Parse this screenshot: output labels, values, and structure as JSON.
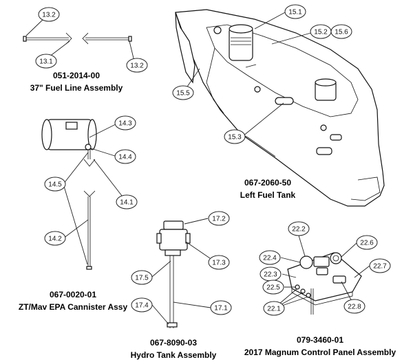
{
  "callouts": {
    "c13_2a": "13.2",
    "c13_1": "13.1",
    "c13_2b": "13.2",
    "c15_1": "15.1",
    "c15_2": "15.2",
    "c15_6": "15.6",
    "c15_5": "15.5",
    "c15_3": "15.3",
    "c14_3": "14.3",
    "c14_4": "14.4",
    "c14_5": "14.5",
    "c14_1": "14.1",
    "c14_2": "14.2",
    "c17_2": "17.2",
    "c17_3": "17.3",
    "c17_5": "17.5",
    "c17_4": "17.4",
    "c17_1": "17.1",
    "c22_2": "22.2",
    "c22_6": "22.6",
    "c22_4": "22.4",
    "c22_7": "22.7",
    "c22_3": "22.3",
    "c22_5": "22.5",
    "c22_1": "22.1",
    "c22_8": "22.8"
  },
  "captions": {
    "fuel_line_pn": "051-2014-00",
    "fuel_line_name": "37\" Fuel Line Assembly",
    "tank_pn": "067-2060-50",
    "tank_name": "Left Fuel Tank",
    "cannister_pn": "067-0020-01",
    "cannister_name": "ZT/Mav EPA Cannister Assy",
    "hydro_pn": "067-8090-03",
    "hydro_name": "Hydro Tank Assembly",
    "panel_pn": "079-3460-01",
    "panel_name": "2017 Magnum Control Panel Assembly"
  }
}
